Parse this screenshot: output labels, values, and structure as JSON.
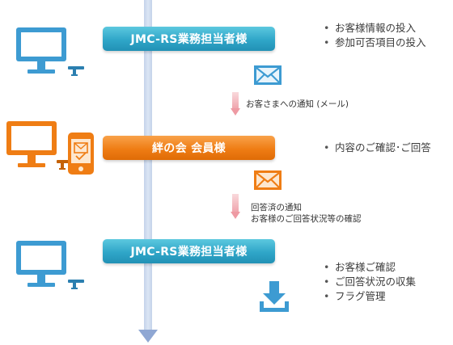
{
  "diagram": {
    "step1": {
      "banner_label": "JMC-RS業務担当者様",
      "bullets": [
        "お客様情報の投入",
        "参加可否項目の投入"
      ],
      "icon": "computer-icon"
    },
    "arrow1": {
      "note_lines": [
        "お客さまへの通知 (メール)"
      ],
      "icon": "mail-icon"
    },
    "step2": {
      "banner_label": "絆の会 会員様",
      "bullets": [
        "内容のご確認･ご回答"
      ],
      "icon": "computer-and-phone-icon"
    },
    "arrow2": {
      "note_lines": [
        "回答済の通知",
        "お客様のご回答状況等の確認"
      ],
      "icon": "mail-icon"
    },
    "step3": {
      "banner_label": "JMC-RS業務担当者様",
      "bullets": [
        "お客様ご確認",
        "ご回答状況の収集",
        "フラグ管理"
      ],
      "icon": "computer-icon",
      "download_icon": "download-icon"
    }
  },
  "colors": {
    "teal": "#2fa6c8",
    "orange": "#ef7d14",
    "monitor_blue": "#3d9bd2",
    "pink_arrow": "#ee9aa3",
    "timeline": "#8fa7d3"
  }
}
